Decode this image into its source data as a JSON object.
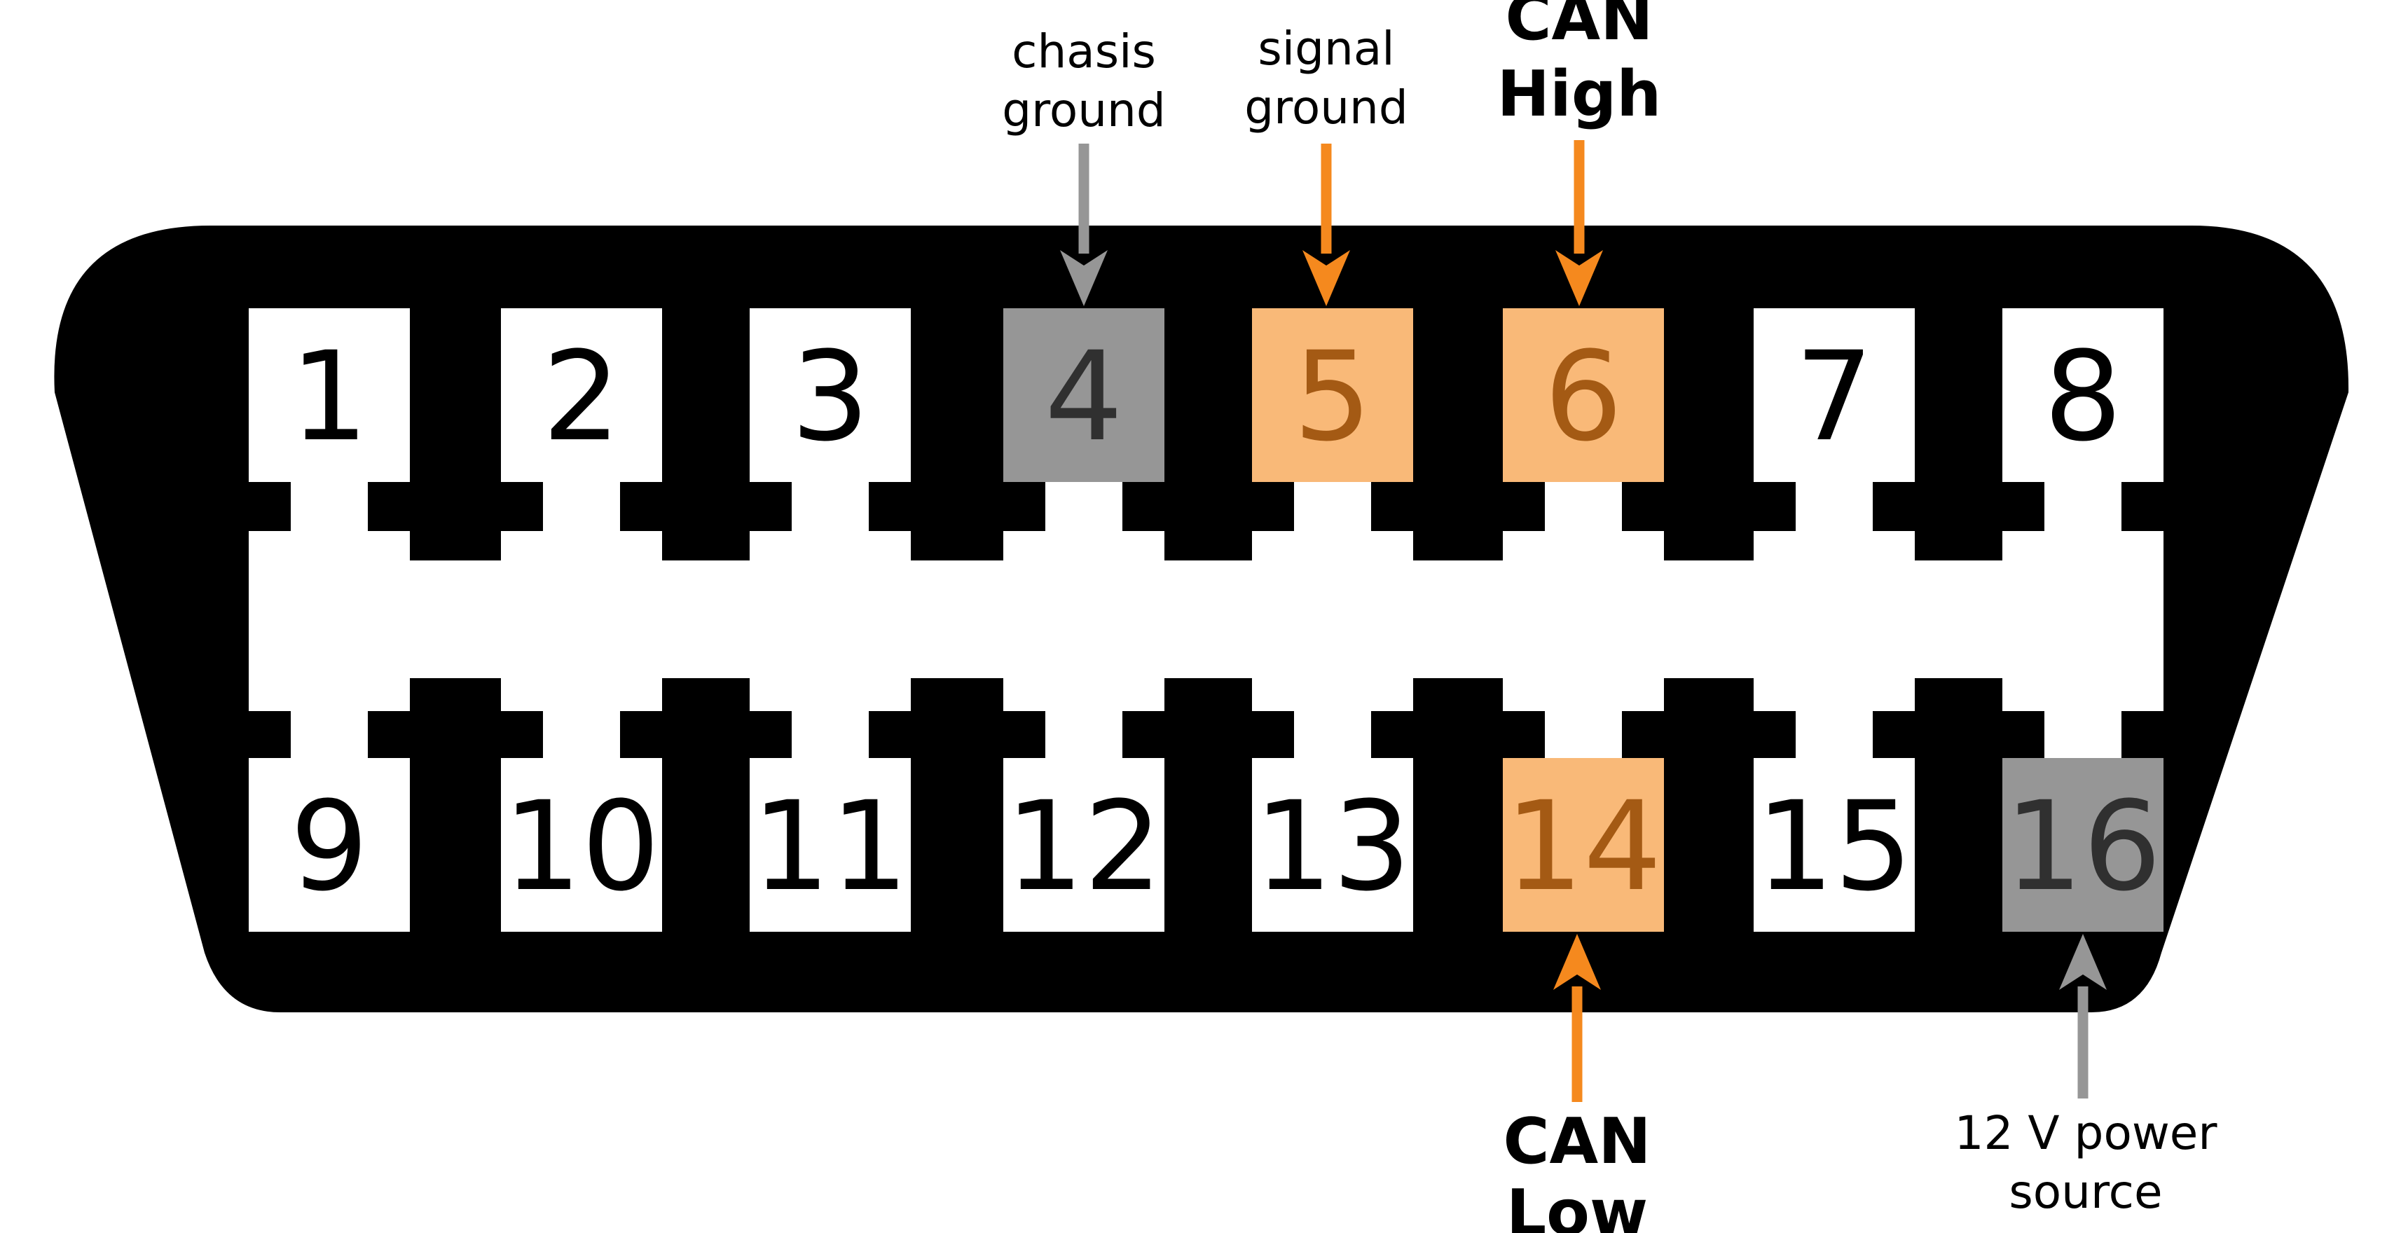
{
  "colors": {
    "connector_body": "#000000",
    "pin_default": "#ffffff",
    "pin_ground": "#969696",
    "pin_can": "#f9b978",
    "arrow_ground": "#969696",
    "arrow_can": "#f5891e",
    "num_default": "#000000",
    "num_ground": "#303030",
    "num_can": "#a45a14"
  },
  "pins": [
    {
      "number": "1",
      "kind": "default"
    },
    {
      "number": "2",
      "kind": "default"
    },
    {
      "number": "3",
      "kind": "default"
    },
    {
      "number": "4",
      "kind": "ground"
    },
    {
      "number": "5",
      "kind": "can"
    },
    {
      "number": "6",
      "kind": "can"
    },
    {
      "number": "7",
      "kind": "default"
    },
    {
      "number": "8",
      "kind": "default"
    },
    {
      "number": "9",
      "kind": "default"
    },
    {
      "number": "10",
      "kind": "default"
    },
    {
      "number": "11",
      "kind": "default"
    },
    {
      "number": "12",
      "kind": "default"
    },
    {
      "number": "13",
      "kind": "default"
    },
    {
      "number": "14",
      "kind": "can"
    },
    {
      "number": "15",
      "kind": "default"
    },
    {
      "number": "16",
      "kind": "ground"
    }
  ],
  "labels": {
    "pin4": {
      "line1": "chasis",
      "line2": "ground",
      "arrow": "ground"
    },
    "pin5": {
      "line1": "signal",
      "line2": "ground",
      "arrow": "can"
    },
    "pin6": {
      "line1": "CAN",
      "line2": "High",
      "arrow": "can"
    },
    "pin14": {
      "line1": "CAN",
      "line2": "Low",
      "arrow": "can"
    },
    "pin16": {
      "line1": "12 V power",
      "line2": "source",
      "arrow": "ground"
    }
  }
}
